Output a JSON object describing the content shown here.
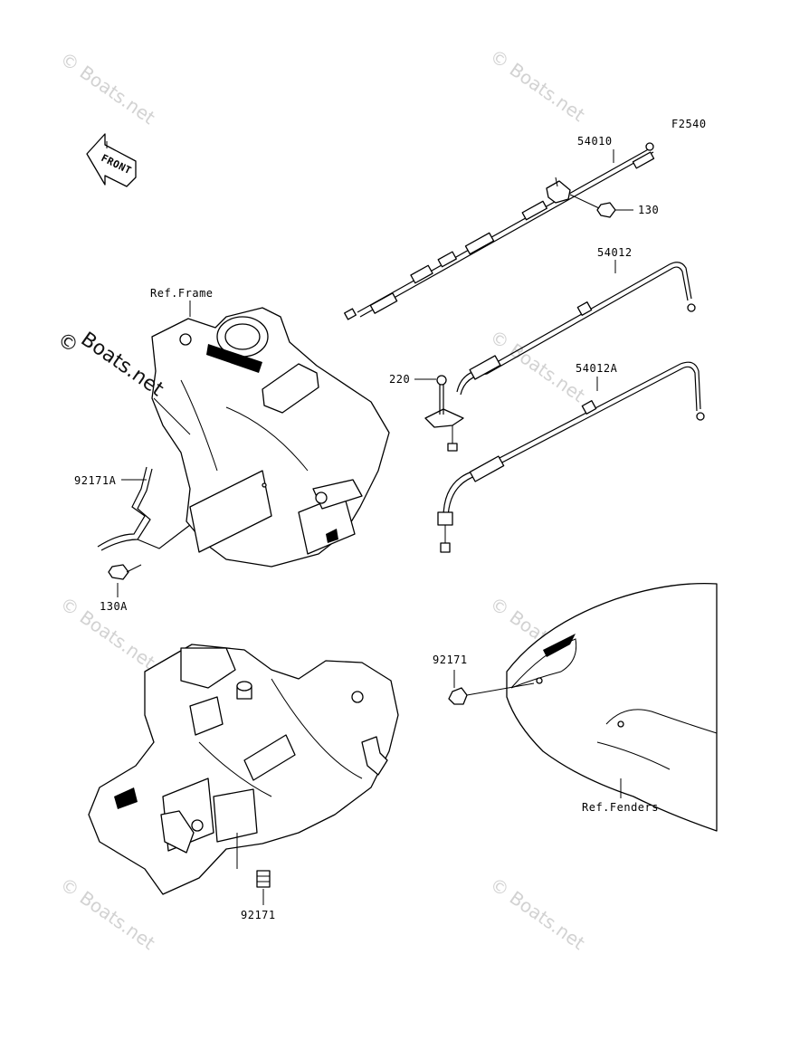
{
  "figure_code": "F2540",
  "front_label": "FRONT",
  "watermarks": {
    "small": "© Boats.net",
    "large_symbol": "©",
    "large_text": "Boats.net"
  },
  "parts": {
    "throttle_cable_main": "54010",
    "bolt_130": "130",
    "cable_54012": "54012",
    "cable_54012A": "54012A",
    "screw_220": "220",
    "clamp_92171A": "92171A",
    "bolt_130A": "130A",
    "clamp_92171_right": "92171",
    "clamp_92171_bottom": "92171"
  },
  "references": {
    "frame": "Ref.Frame",
    "fenders": "Ref.Fenders"
  }
}
